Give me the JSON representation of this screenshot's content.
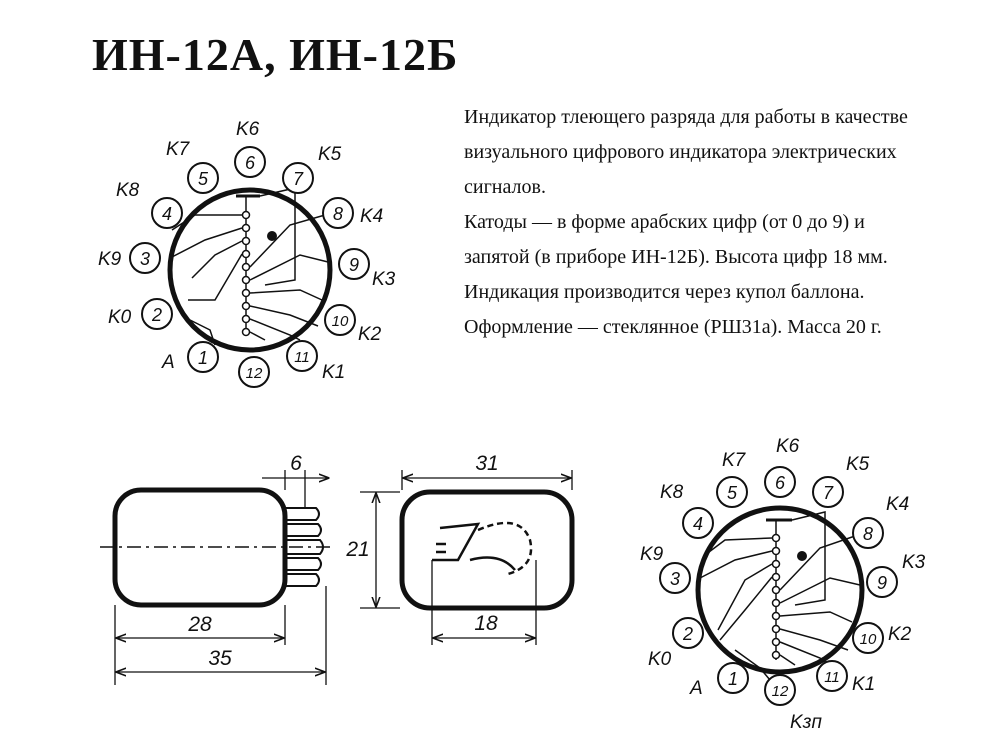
{
  "title": "ИН-12А, ИН-12Б",
  "description": {
    "p1": "Индикатор тлеющего разряда для работы в качестве визуального цифрового индикатора электрических сигналов.",
    "p2": "Катоды — в форме арабских цифр (от 0 до 9) и запятой (в приборе ИН-12Б). Высота цифр 18 мм. Индикация производится через купол баллона. Оформление — стеклянное (РШ31а). Масса 20 г."
  },
  "pinout_a": {
    "pins": [
      "1",
      "2",
      "3",
      "4",
      "5",
      "6",
      "7",
      "8",
      "9",
      "10",
      "11",
      "12"
    ],
    "labels": [
      "A",
      "K0",
      "K9",
      "K8",
      "K7",
      "K6",
      "K5",
      "K4",
      "K3",
      "K2",
      "K1"
    ]
  },
  "pinout_b": {
    "pins": [
      "1",
      "2",
      "3",
      "4",
      "5",
      "6",
      "7",
      "8",
      "9",
      "10",
      "11",
      "12"
    ],
    "labels": [
      "A",
      "K0",
      "K9",
      "K8",
      "K7",
      "K6",
      "K5",
      "K4",
      "K3",
      "K2",
      "K1",
      "Kзп"
    ]
  },
  "dimensions": {
    "side_pin_len": "6",
    "side_body_len": "28",
    "side_total_len": "35",
    "front_width": "31",
    "front_height": "21",
    "front_digit_width": "18"
  }
}
